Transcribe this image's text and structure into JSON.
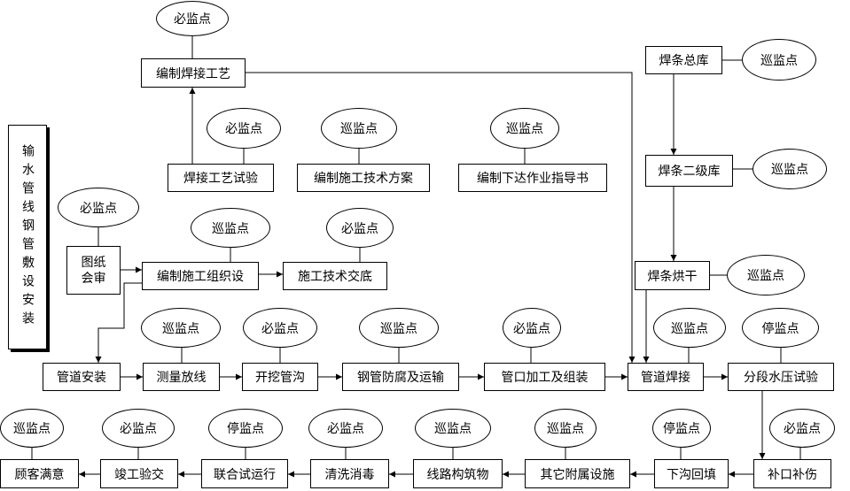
{
  "title": "输水管线钢管敷设安装",
  "nodes": {
    "weld_process": "编制焊接工艺",
    "weld_test": "焊接工艺试验",
    "construction_plan": "编制施工技术方案",
    "work_guide": "编制下达作业指导书",
    "drawing_review_1": "图纸",
    "drawing_review_2": "会审",
    "org_design": "编制施工组织设",
    "tech_disclosure": "施工技术交底",
    "rod_main_store": "焊条总库",
    "rod_secondary_store": "焊条二级库",
    "rod_baking": "焊条烘干",
    "pipe_install": "管道安装",
    "survey": "测量放线",
    "trench": "开挖管沟",
    "anticorrosion": "钢管防腐及运输",
    "mouth_process": "管口加工及组装",
    "pipe_welding": "管道焊接",
    "pressure_test": "分段水压试验",
    "repair": "补口补伤",
    "backfill": "下沟回填",
    "facilities": "其它附属设施",
    "structures": "线路构筑物",
    "disinfection": "清洗消毒",
    "trial_run": "联合试运行",
    "acceptance": "竣工验交",
    "satisfaction": "顾客满意"
  },
  "checkpoints": {
    "weld_process": "必监点",
    "weld_test": "必监点",
    "construction_plan": "巡监点",
    "work_guide": "巡监点",
    "drawing_review": "必监点",
    "org_design": "巡监点",
    "tech_disclosure": "必监点",
    "rod_main_store": "巡监点",
    "rod_secondary_store": "巡监点",
    "rod_baking": "巡监点",
    "survey": "巡监点",
    "trench": "必监点",
    "anticorrosion": "巡监点",
    "mouth_process": "必监点",
    "pipe_welding": "巡监点",
    "pressure_test": "停监点",
    "repair": "必监点",
    "backfill": "停监点",
    "facilities": "巡监点",
    "structures": "巡监点",
    "disinfection": "必监点",
    "trial_run": "停监点",
    "acceptance": "必监点",
    "satisfaction": "巡监点"
  }
}
